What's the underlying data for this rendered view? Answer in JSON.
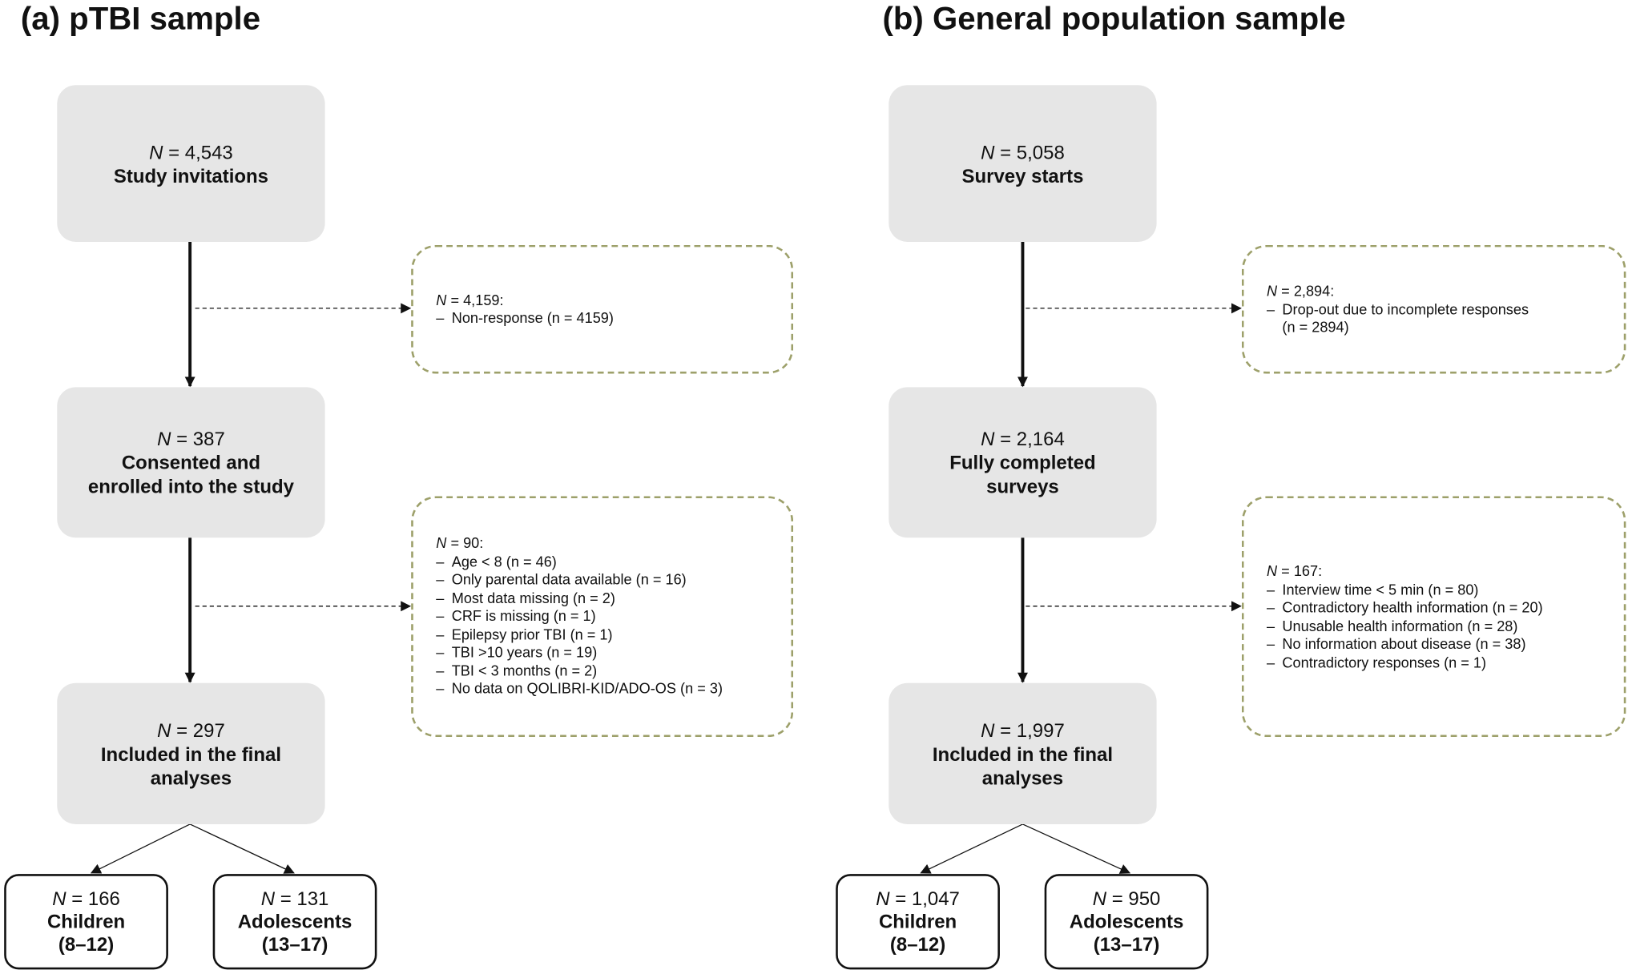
{
  "panel_a": {
    "title": "(a) pTBI sample",
    "steps": [
      {
        "n": "4,543",
        "label": "Study invitations"
      },
      {
        "n": "387",
        "label": "Consented and\nenrolled into the study"
      },
      {
        "n": "297",
        "label": "Included in the final\nanalyses"
      }
    ],
    "exclusions": [
      {
        "n": "4,159",
        "items": [
          "Non-response (n =  4159)"
        ]
      },
      {
        "n": "90",
        "items": [
          "Age < 8 (n = 46)",
          "Only parental data available (n = 16)",
          "Most data missing (n = 2)",
          "CRF is missing (n = 1)",
          "Epilepsy prior TBI (n = 1)",
          "TBI >10 years (n = 19)",
          "TBI < 3 months (n = 2)",
          "No data on QOLIBRI-KID/ADO-OS (n = 3)"
        ]
      }
    ],
    "groups": [
      {
        "n": "166",
        "label": "Children\n(8–12)"
      },
      {
        "n": "131",
        "label": "Adolescents\n(13–17)"
      }
    ]
  },
  "panel_b": {
    "title": "(b) General population sample",
    "steps": [
      {
        "n": "5,058",
        "label": "Survey starts"
      },
      {
        "n": "2,164",
        "label": "Fully completed\nsurveys"
      },
      {
        "n": "1,997",
        "label": "Included in the final\nanalyses"
      }
    ],
    "exclusions": [
      {
        "n": "2,894",
        "items": [
          "Drop-out due to incomplete responses\n(n = 2894)"
        ]
      },
      {
        "n": "167",
        "items": [
          "Interview time < 5 min (n = 80)",
          "Contradictory health information  (n = 20)",
          "Unusable health information (n = 28)",
          "No information about disease (n = 38)",
          "Contradictory responses (n = 1)"
        ]
      }
    ],
    "groups": [
      {
        "n": "1,047",
        "label": "Children\n(8–12)"
      },
      {
        "n": "950",
        "label": "Adolescents\n(13–17)"
      }
    ]
  },
  "colors": {
    "step_fill": "#e6e6e6",
    "exclusion_border": "#9da06a",
    "line": "#111111"
  }
}
